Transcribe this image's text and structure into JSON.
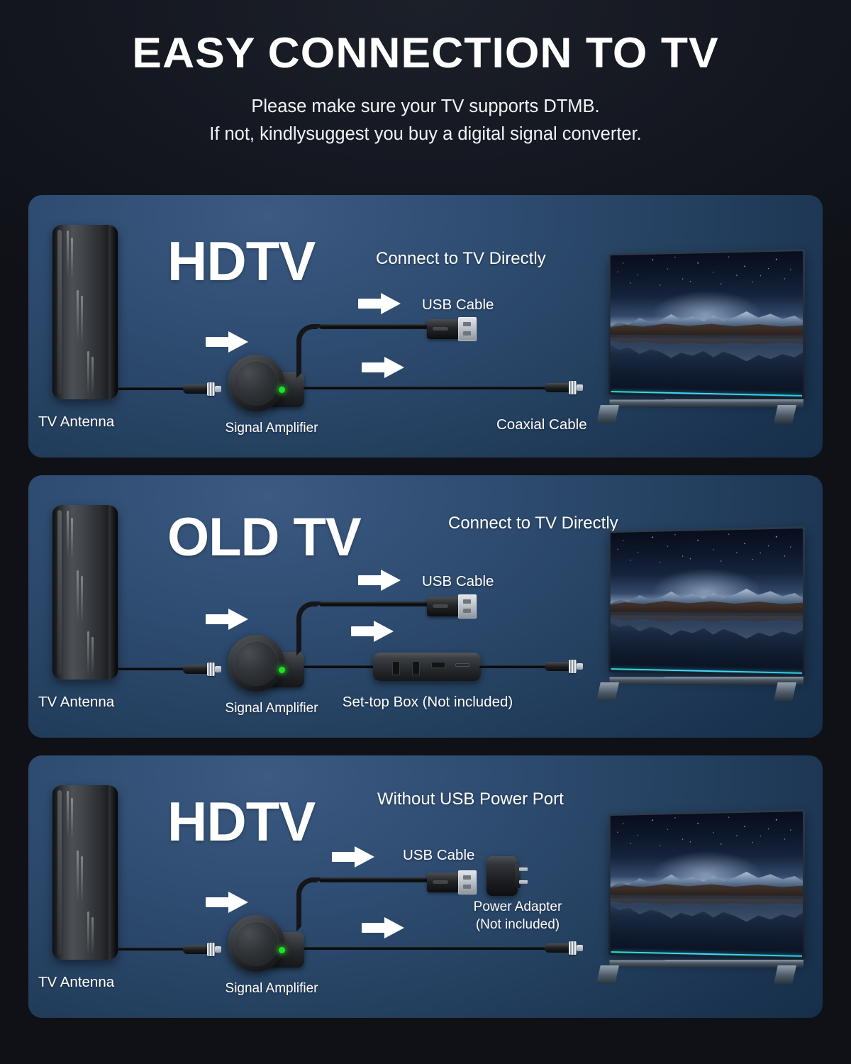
{
  "header": {
    "title": "EASY CONNECTION TO TV",
    "subtitle_line1": "Please make sure your TV supports DTMB.",
    "subtitle_line2": "If not, kindlysuggest you buy a digital signal converter."
  },
  "colors": {
    "page_background": "#14171f",
    "panel_blue_light": "#3c5a82",
    "panel_blue_dark": "#132b45",
    "text_white": "#ffffff",
    "led_green": "#22e02a",
    "tv_accent_cyan": "#3cd7eb",
    "arrow_white": "#ffffff"
  },
  "panels": [
    {
      "id": "panel-hdtv-direct",
      "model": "HDTV",
      "mode": "Connect to TV Directly",
      "labels": {
        "antenna": "TV Antenna",
        "amplifier": "Signal Amplifier",
        "usb": "USB Cable",
        "coax": "Coaxial Cable"
      }
    },
    {
      "id": "panel-old-tv",
      "model": "OLD TV",
      "mode": "Connect to TV Directly",
      "labels": {
        "antenna": "TV Antenna",
        "amplifier": "Signal Amplifier",
        "usb": "USB Cable",
        "settop": "Set-top Box (Not included)"
      }
    },
    {
      "id": "panel-hdtv-no-usb",
      "model": "HDTV",
      "mode": "Without USB Power Port",
      "labels": {
        "antenna": "TV Antenna",
        "amplifier": "Signal Amplifier",
        "usb": "USB Cable",
        "adapter_line1": "Power Adapter",
        "adapter_line2": "(Not included)"
      }
    }
  ],
  "icons": {
    "arrow": "right-arrow-icon",
    "led": "power-led-icon"
  }
}
